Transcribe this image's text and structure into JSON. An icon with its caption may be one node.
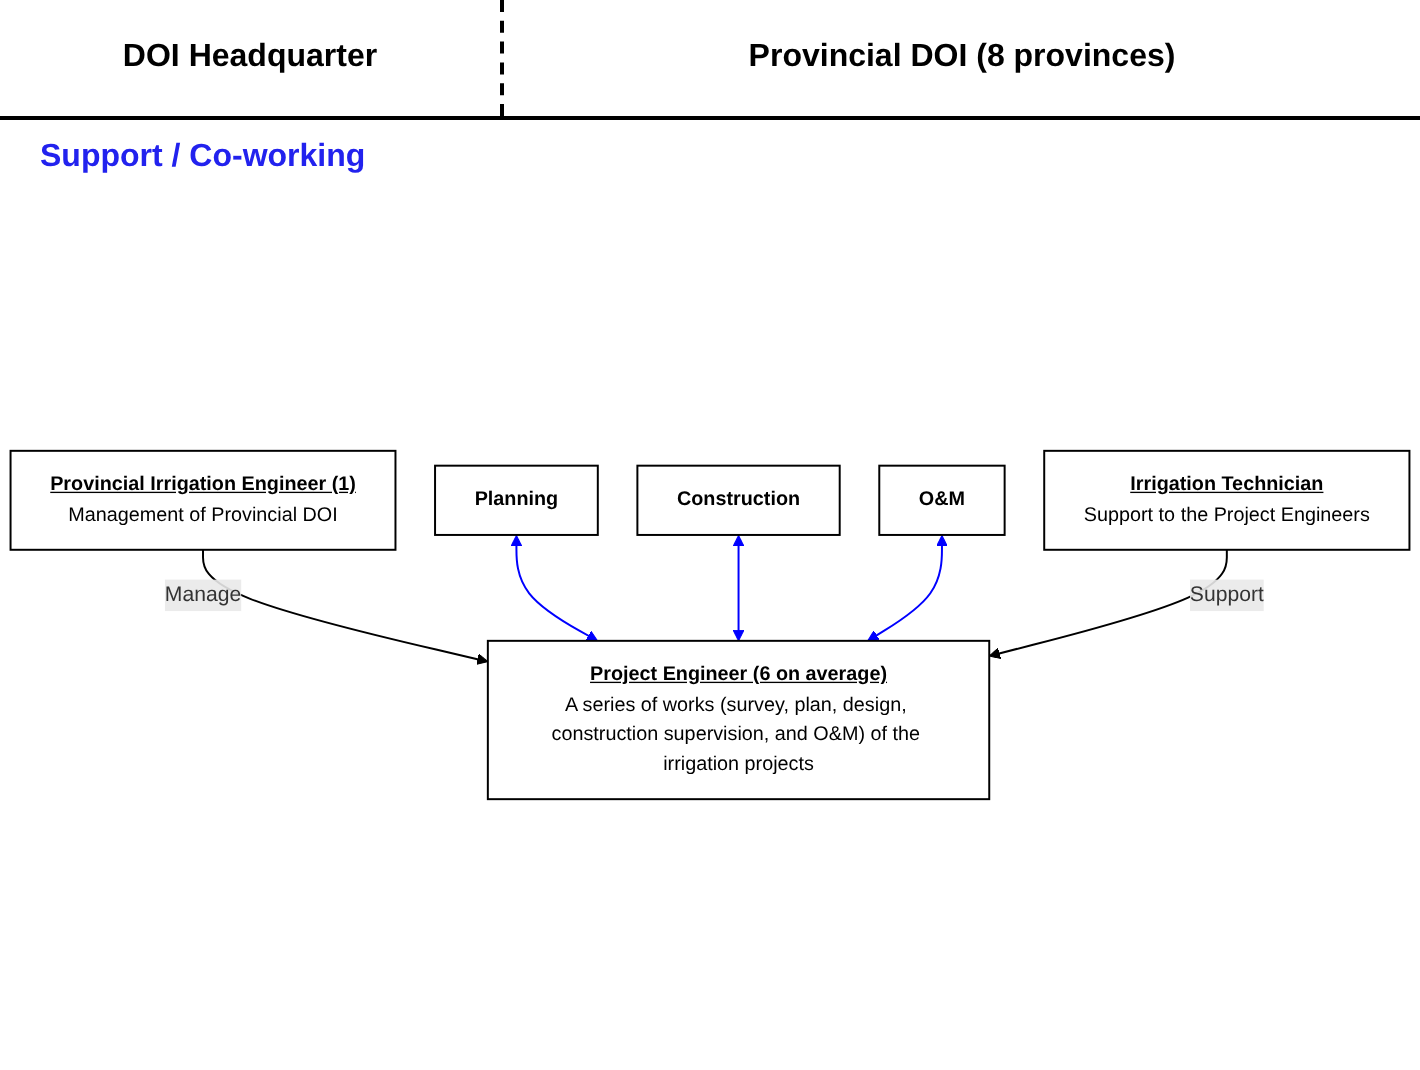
{
  "diagram": {
    "nodes": [
      {
        "text": [
          "Planning"
        ]
      },
      {
        "text": [
          "Construction"
        ]
      },
      {
        "text": [
          "O&M"
        ]
      },
      {
        "text": [
          "Provincial Irrigation Engineer (1)",
          "Management of Provincial DOI"
        ]
      },
      {
        "text": [
          "Project Engineer (6 on average)",
          "A series of works (survey, plan, design, construction supervision, and O&M) of the irrigation projects"
        ]
      },
      {
        "text": [
          "Irrigation Technician",
          "Support to the Project Engineers"
        ]
      }
    ],
    "edges": [
      {
        "from": 3,
        "to": 4,
        "arrow": "to",
        "label": "Manage",
        "color": "#000000"
      },
      {
        "from": 0,
        "to": 4,
        "arrow": "both"
      },
      {
        "from": 1,
        "to": 4,
        "arrow": "both"
      },
      {
        "from": 2,
        "to": 4,
        "arrow": "both"
      },
      {
        "from": 5,
        "to": 4,
        "arrow": "to",
        "label": "Support",
        "color": "#000000"
      }
    ],
    "labels": [
      "DOI Headquarter",
      "Provincial DOI (8 provinces)",
      "Support / Co-working"
    ]
  }
}
